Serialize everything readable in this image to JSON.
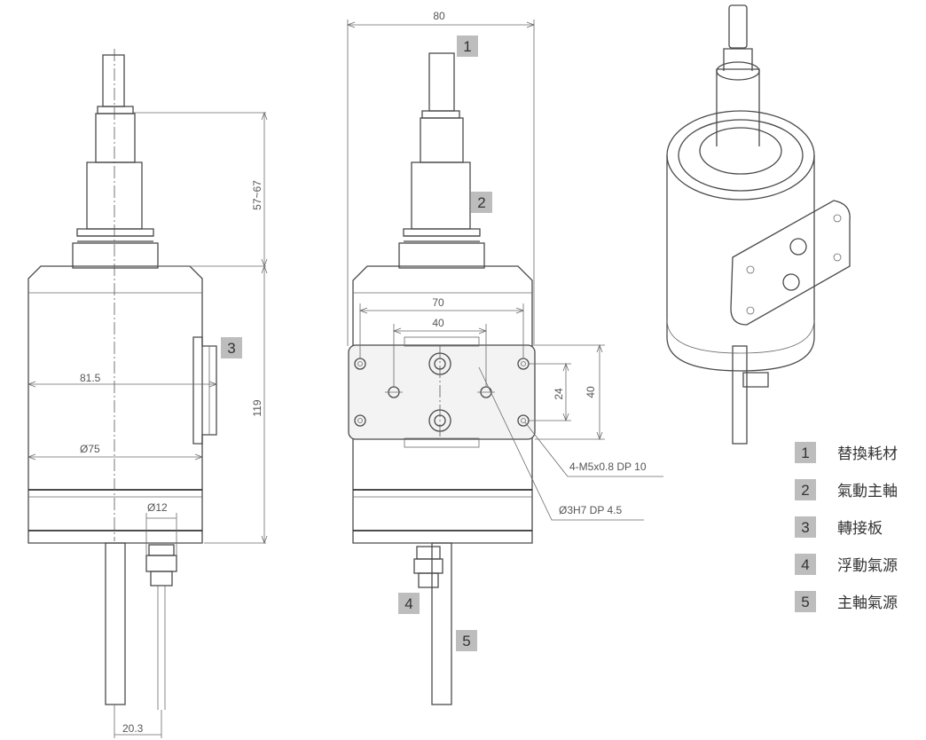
{
  "dimensions": {
    "d80": "80",
    "d70": "70",
    "d40": "40",
    "d815": "81.5",
    "d75": "Ø75",
    "d12": "Ø12",
    "d5767": "57~67",
    "d119": "119",
    "d24": "24",
    "d40v": "40",
    "d203": "20.3",
    "note_m5": "4-M5x0.8 DP 10",
    "note_phi3": "Ø3H7 DP 4.5"
  },
  "callouts": [
    "1",
    "2",
    "3",
    "4",
    "5"
  ],
  "legend": [
    {
      "num": "1",
      "label": "替換耗材"
    },
    {
      "num": "2",
      "label": "氣動主軸"
    },
    {
      "num": "3",
      "label": "轉接板"
    },
    {
      "num": "4",
      "label": "浮動氣源"
    },
    {
      "num": "5",
      "label": "主軸氣源"
    }
  ],
  "colors": {
    "callout_box": "#bdbdbd",
    "line": "#4a4a4a"
  }
}
